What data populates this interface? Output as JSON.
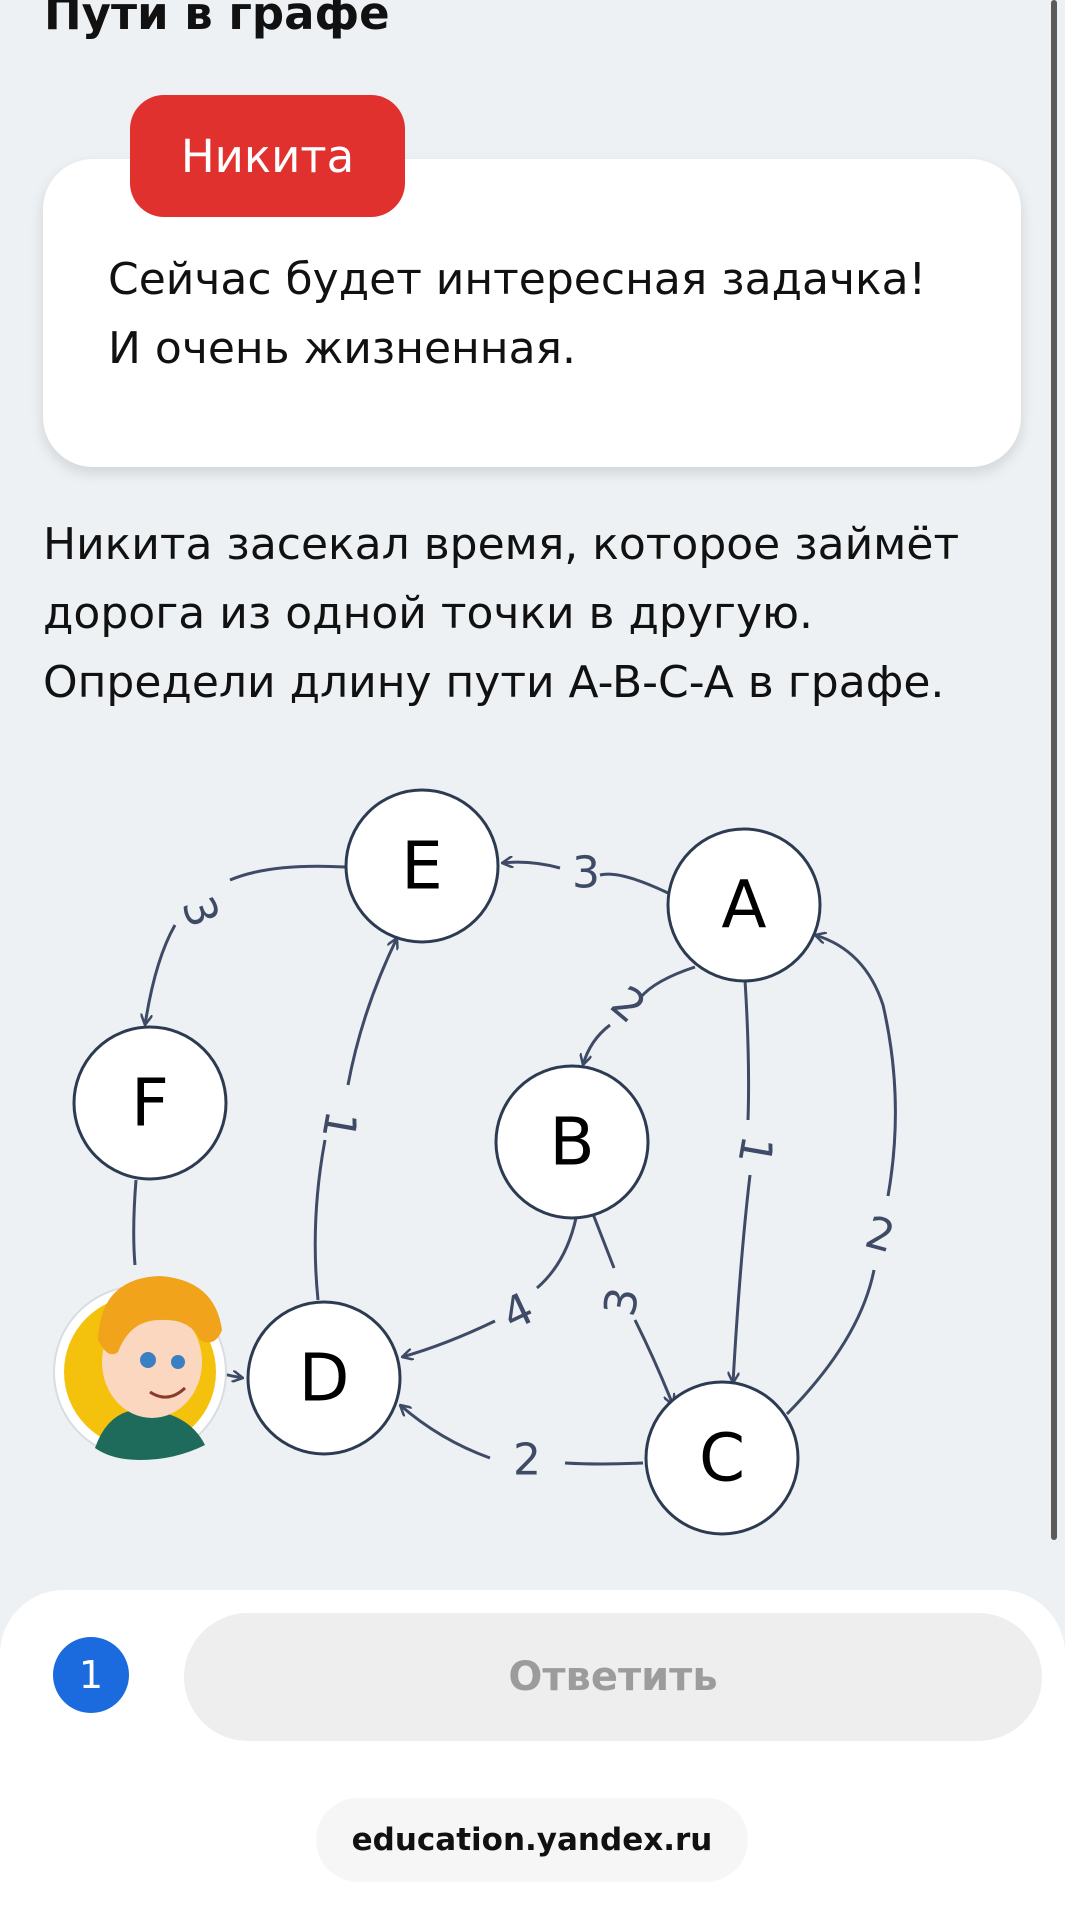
{
  "header": {
    "title": "Пути в графе"
  },
  "speaker": {
    "name": "Никита",
    "message": "Сейчас будет интересная задачка! И очень жизненная."
  },
  "task": {
    "text": "Никита засекал время, которое займёт дорога из одной точки в другую. Определи длину пути A-B-C-A в графе."
  },
  "graph": {
    "nodes": [
      "E",
      "A",
      "F",
      "B",
      "D",
      "C"
    ],
    "edges": [
      {
        "from": "A",
        "to": "E",
        "weight": "3"
      },
      {
        "from": "E",
        "to": "F",
        "weight": "3"
      },
      {
        "from": "A",
        "to": "B",
        "weight": "2"
      },
      {
        "from": "A",
        "to": "C",
        "weight": "1"
      },
      {
        "from": "C",
        "to": "A",
        "weight": "2"
      },
      {
        "from": "D",
        "to": "E",
        "weight": "1"
      },
      {
        "from": "B",
        "to": "D",
        "weight": "4"
      },
      {
        "from": "B",
        "to": "C",
        "weight": "3"
      },
      {
        "from": "C",
        "to": "D",
        "weight": "2"
      },
      {
        "from": "F",
        "to": "D",
        "weight": ""
      }
    ]
  },
  "footer": {
    "step": "1",
    "answer_label": "Ответить",
    "url": "education.yandex.ru"
  },
  "colors": {
    "accent_red": "#e0312f",
    "step_blue": "#1b6bde",
    "edge": "#3e4a66",
    "background": "#edf1f3"
  }
}
